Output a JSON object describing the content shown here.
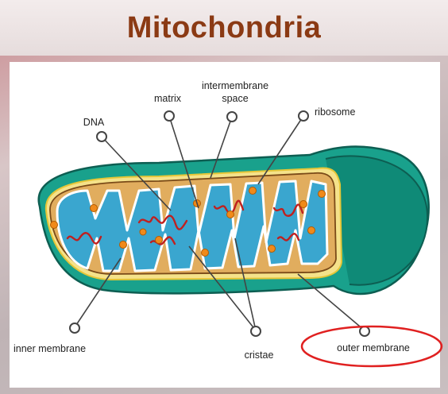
{
  "title": "Mitochondria",
  "labels": {
    "intermembrane_line1": "intermembrane",
    "intermembrane_line2": "space",
    "matrix": "matrix",
    "dna": "DNA",
    "ribosome": "ribosome",
    "inner_membrane": "inner membrane",
    "cristae": "cristae",
    "outer_membrane": "outer membrane"
  },
  "colors": {
    "title": "#8b3a14",
    "outer_membrane": "#1aa58f",
    "inner_wall": "#e3b263",
    "matrix": "#3aa6cf",
    "dna": "#c0201f",
    "ribosome": "#f08a1a",
    "highlight_circle": "#e02020"
  }
}
